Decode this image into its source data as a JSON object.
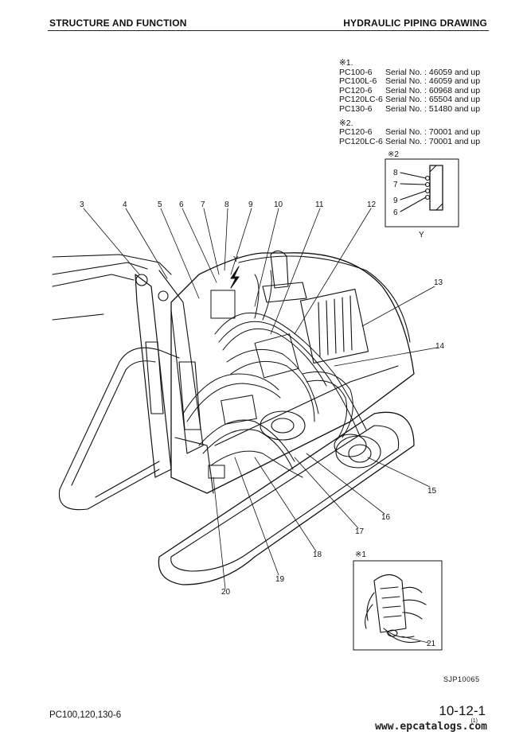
{
  "header": {
    "left_title": "STRUCTURE AND FUNCTION",
    "right_title": "HYDRAULIC PIPING DRAWING"
  },
  "serial_notes": {
    "note1_mark": "※1.",
    "note1_rows": [
      {
        "model": "PC100-6",
        "serial": "Serial No. : 46059 and up"
      },
      {
        "model": "PC100L-6",
        "serial": "Serial No. : 46059 and up"
      },
      {
        "model": "PC120-6",
        "serial": "Serial No. : 60968 and up"
      },
      {
        "model": "PC120LC-6",
        "serial": "Serial No. : 65504 and up"
      },
      {
        "model": "PC130-6",
        "serial": "Serial No. : 51480 and up"
      }
    ],
    "note2_mark": "※2.",
    "note2_rows": [
      {
        "model": "PC120-6",
        "serial": "Serial No. : 70001 and up"
      },
      {
        "model": "PC120LC-6",
        "serial": "Serial No. : 70001 and up"
      }
    ]
  },
  "detail_y": {
    "mark": "※2",
    "view_label": "Y",
    "ports": [
      "8",
      "7",
      "9",
      "6"
    ]
  },
  "detail_1": {
    "mark": "※1",
    "callout": "21"
  },
  "callouts": [
    "3",
    "4",
    "5",
    "6",
    "7",
    "8",
    "9",
    "10",
    "11",
    "12",
    "13",
    "14",
    "15",
    "16",
    "17",
    "18",
    "19",
    "20"
  ],
  "arrow_label": "Y",
  "figure_code": "SJP10065",
  "footer": {
    "models": "PC100,120,130-6",
    "page_number": "10-12-1",
    "page_sub": "(1)",
    "watermark": "www.epcatalogs.com"
  }
}
